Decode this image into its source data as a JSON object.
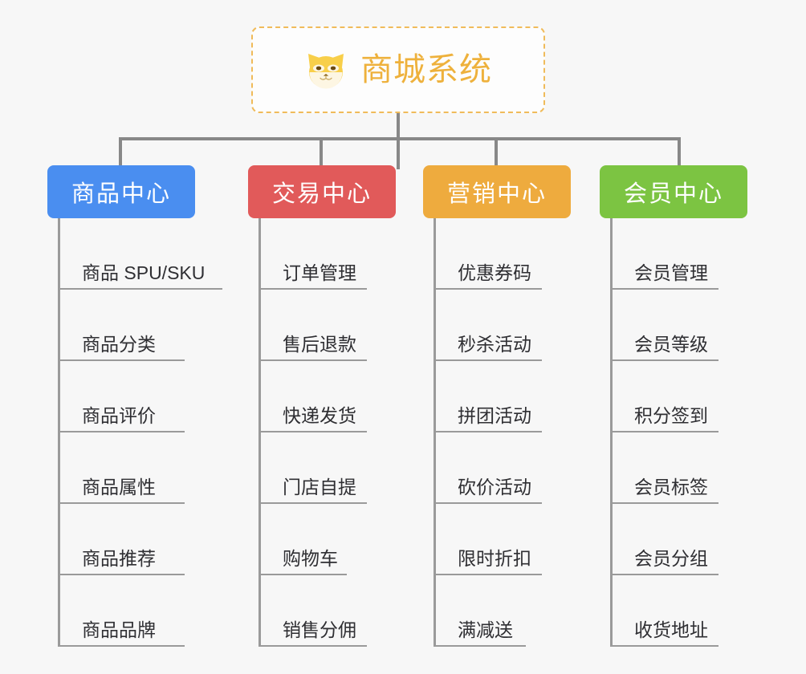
{
  "root": {
    "title": "商城系统",
    "icon": "shiba-dog-face-icon",
    "border_color": "#f0bb5a",
    "text_color": "#eeb13c",
    "background": "#fdfdfd"
  },
  "canvas": {
    "background": "#f7f7f7",
    "connector_color": "#888888",
    "leaf_line_color": "#9a9a9a",
    "leaf_text_color": "#2f2f33"
  },
  "branches": [
    {
      "id": "product-center",
      "label": "商品中心",
      "color": "#4a8ef0",
      "items": [
        "商品 SPU/SKU",
        "商品分类",
        "商品评价",
        "商品属性",
        "商品推荐",
        "商品品牌"
      ]
    },
    {
      "id": "trade-center",
      "label": "交易中心",
      "color": "#e15a5a",
      "items": [
        "订单管理",
        "售后退款",
        "快递发货",
        "门店自提",
        "购物车",
        "销售分佣"
      ]
    },
    {
      "id": "marketing-center",
      "label": "营销中心",
      "color": "#eeab3e",
      "items": [
        "优惠券码",
        "秒杀活动",
        "拼团活动",
        "砍价活动",
        "限时折扣",
        "满减送"
      ]
    },
    {
      "id": "member-center",
      "label": "会员中心",
      "color": "#7cc442",
      "items": [
        "会员管理",
        "会员等级",
        "积分签到",
        "会员标签",
        "会员分组",
        "收货地址"
      ]
    }
  ]
}
